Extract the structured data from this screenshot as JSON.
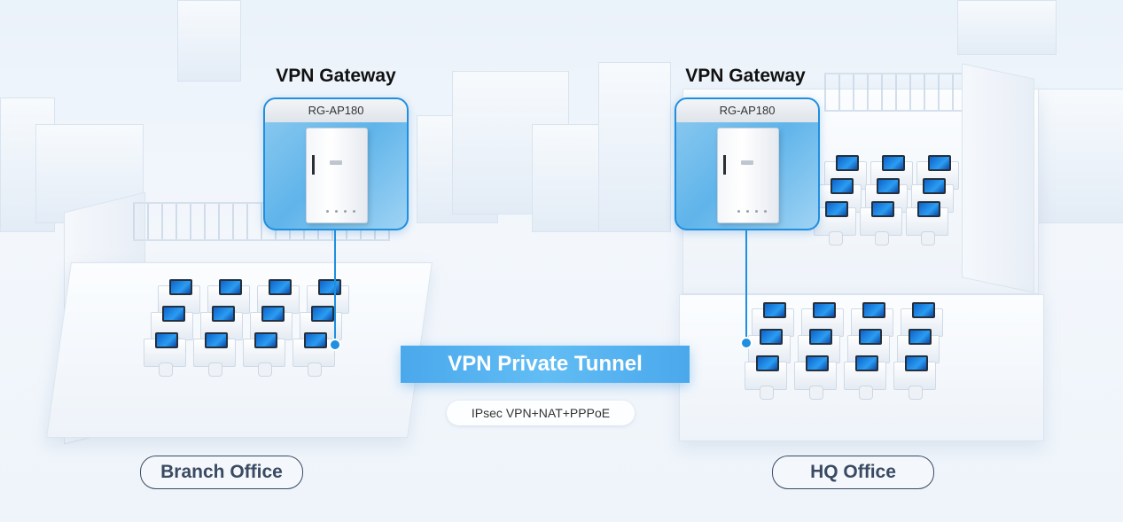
{
  "gateways": {
    "left": {
      "title": "VPN Gateway",
      "model": "RG-AP180"
    },
    "right": {
      "title": "VPN Gateway",
      "model": "RG-AP180"
    }
  },
  "tunnel": {
    "label": "VPN Private Tunnel",
    "protocols": "IPsec VPN+NAT+PPPoE"
  },
  "offices": {
    "branch": "Branch Office",
    "hq": "HQ Office"
  },
  "colors": {
    "accent": "#1f8fe0",
    "tunnel": "#55b3ef",
    "label_border": "#3a4a62"
  }
}
